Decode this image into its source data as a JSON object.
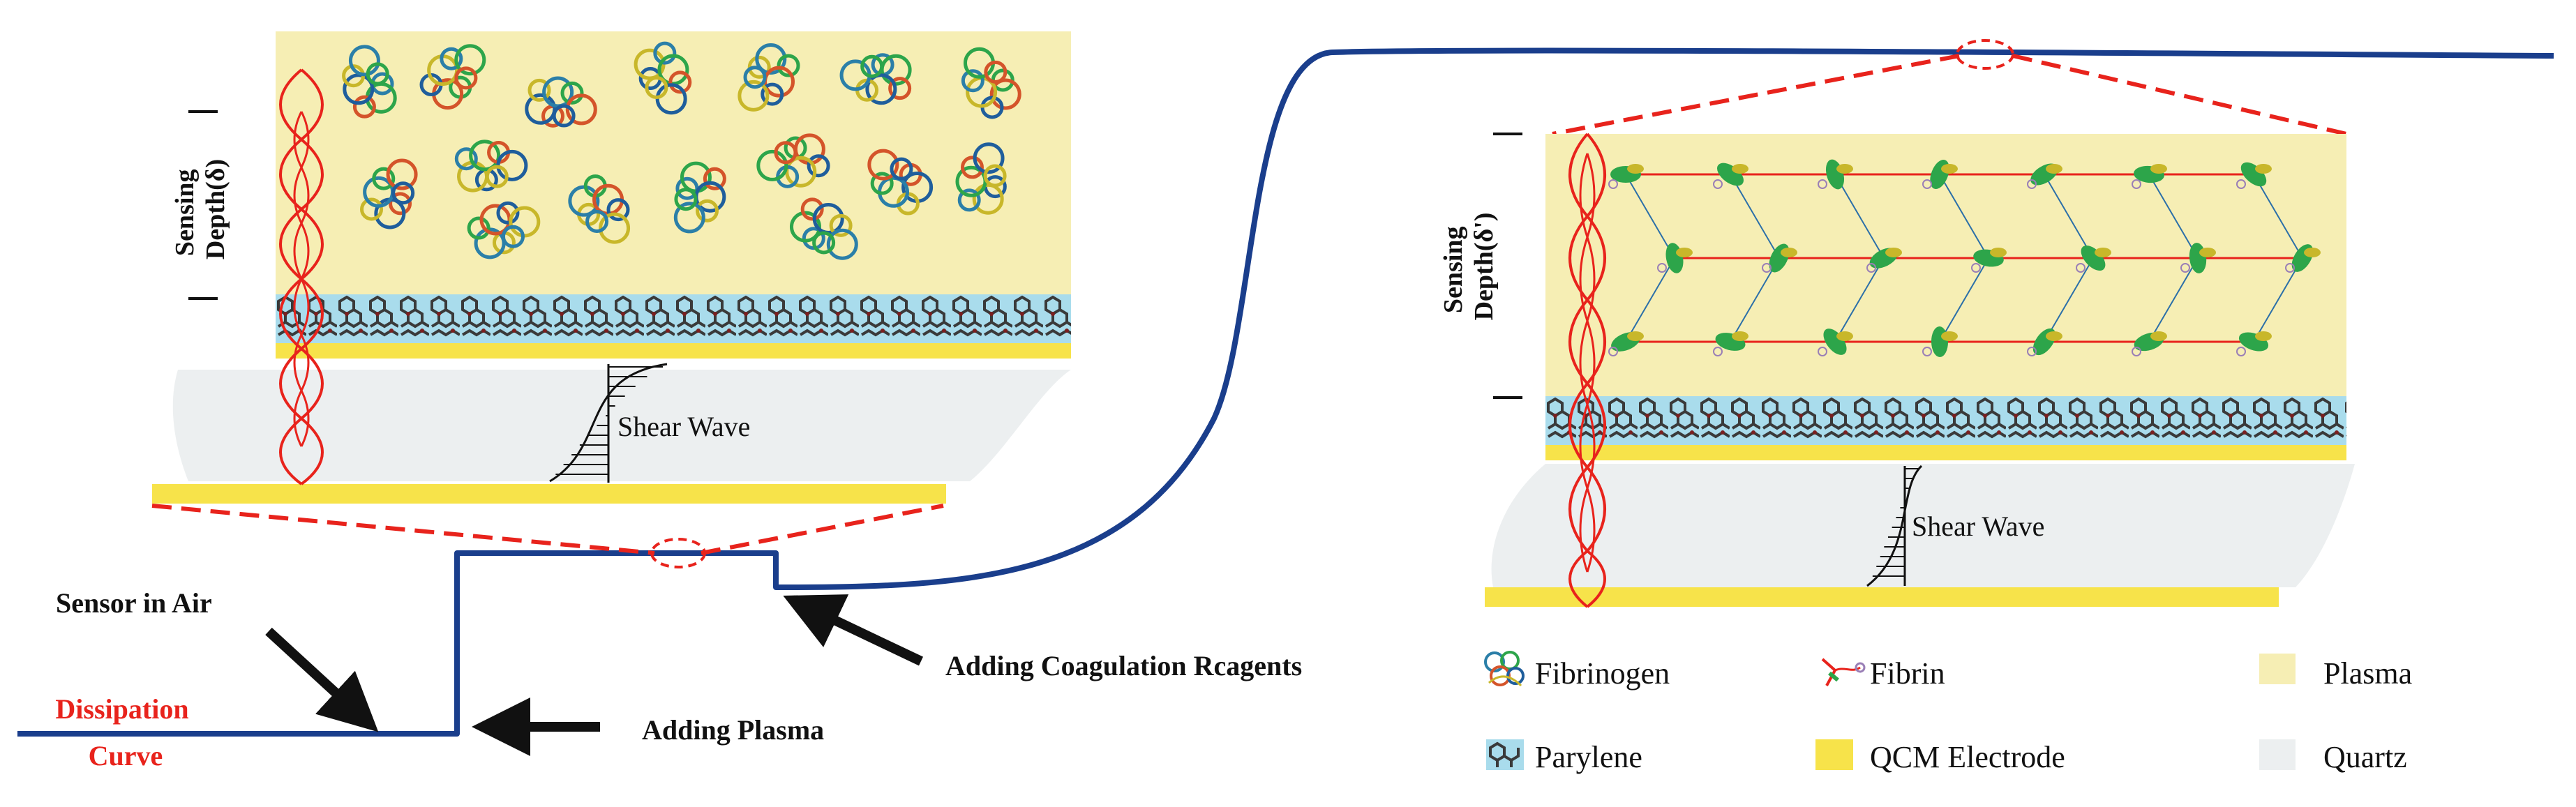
{
  "labels": {
    "sensor_in_air": "Sensor in Air",
    "adding_plasma": "Adding Plasma",
    "adding_coagulation": "Adding Coagulation Rcagents",
    "dissipation_line1": "Dissipation",
    "dissipation_line2": "Curve",
    "shear_wave_left": "Shear Wave",
    "shear_wave_right": "Shear Wave",
    "sensing_depth_left_1": "Sensing",
    "sensing_depth_left_2": "Depth(δ)",
    "sensing_depth_right_1": "Sensing",
    "sensing_depth_right_2": "Depth(δ')"
  },
  "legend": {
    "fibrinogen": "Fibrinogen",
    "fibrin": "Fibrin",
    "plasma": "Plasma",
    "parylene": "Parylene",
    "qcm_electrode": "QCM Electrode",
    "quartz": "Quartz"
  },
  "colors": {
    "curve": "#1a3e8c",
    "dissipation_text": "#e8231c",
    "zoom_dash": "#e8231c",
    "plasma": "#f6eeb4",
    "parylene": "#a9dcec",
    "qcm_electrode": "#f7e34a",
    "quartz": "#eceff0",
    "wave": "#e8231c",
    "fibrinogen_icon": "#2b7fa8",
    "fibrin_icon": "#2da54a"
  },
  "icons": {
    "fibrinogen": "fibrinogen-molecule-icon",
    "fibrin": "fibrin-network-icon",
    "parylene": "parylene-molecule-icon"
  }
}
